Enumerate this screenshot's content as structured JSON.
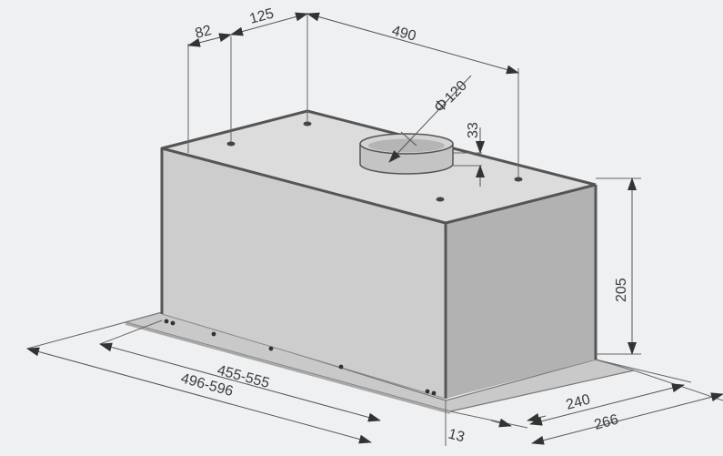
{
  "dimensions": {
    "hole_spacing_left": "82",
    "hole_spacing_mid": "125",
    "hole_spacing_right": "490",
    "duct_diameter_symbol": "Φ",
    "duct_diameter": "120",
    "duct_height": "33",
    "body_height": "205",
    "inner_width": "455-555",
    "outer_width": "496-596",
    "front_overhang": "13",
    "inner_depth": "240",
    "outer_depth": "266"
  },
  "colors": {
    "background": "#eef0f1",
    "front_face": "#cdcdcd",
    "side_face": "#b2b2b2",
    "top_face": "#dcdcdc",
    "plate": "#c9c9c9",
    "edge": "#555555"
  }
}
